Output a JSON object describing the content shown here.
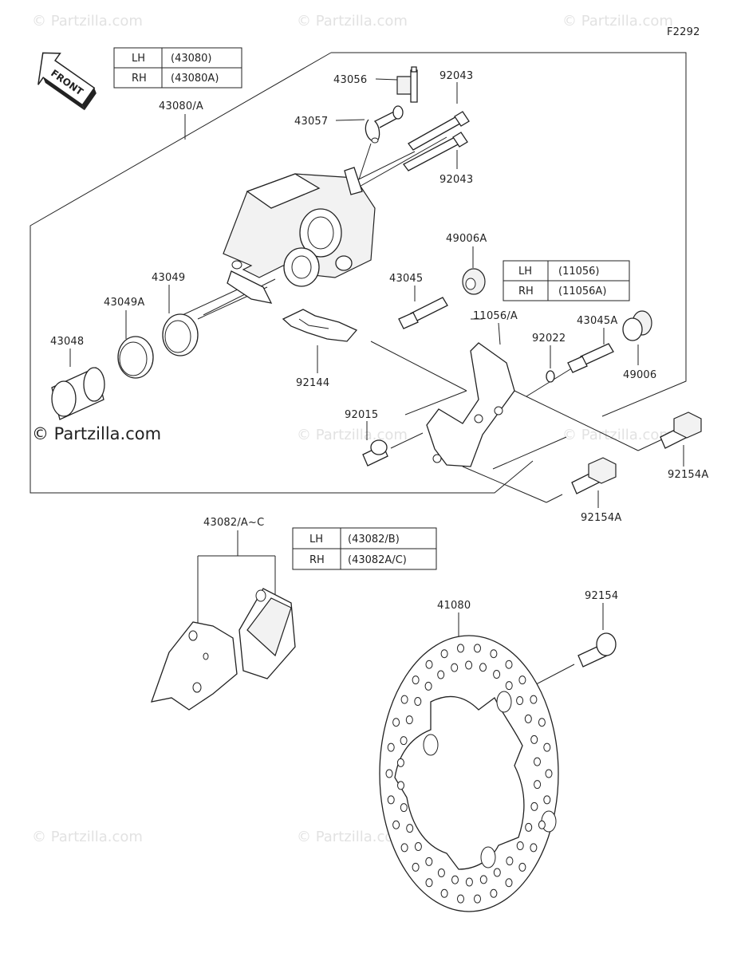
{
  "diagram_code": "F2292",
  "watermarks": [
    "© Partzilla.com",
    "© Partzilla.com",
    "© Partzilla.com",
    "© Partzilla.com",
    "© Partzilla.com",
    "© Partzilla.com",
    "© Partzilla.com"
  ],
  "watermark_main": "© Partzilla.com",
  "front_label": "FRONT",
  "tables": [
    {
      "rows": [
        [
          "LH",
          "(43080)"
        ],
        [
          "RH",
          "(43080A)"
        ]
      ]
    },
    {
      "rows": [
        [
          "LH",
          "(11056)"
        ],
        [
          "RH",
          "(11056A)"
        ]
      ]
    },
    {
      "rows": [
        [
          "LH",
          "(43082/B)"
        ],
        [
          "RH",
          "(43082A/C)"
        ]
      ]
    }
  ],
  "part_labels": {
    "p43056": "43056",
    "p92043a": "92043",
    "p43057": "43057",
    "p92043b": "92043",
    "p43080": "43080/A",
    "p49006A": "49006A",
    "p43049": "43049",
    "p43045": "43045",
    "p43049A": "43049A",
    "p11056": "11056/A",
    "p43045A": "43045A",
    "p43048": "43048",
    "p92022": "92022",
    "p49006": "49006",
    "p92144": "92144",
    "p92015": "92015",
    "p92154Aa": "92154A",
    "p92154Ab": "92154A",
    "p43082": "43082/A~C",
    "p41080": "41080",
    "p92154": "92154"
  }
}
